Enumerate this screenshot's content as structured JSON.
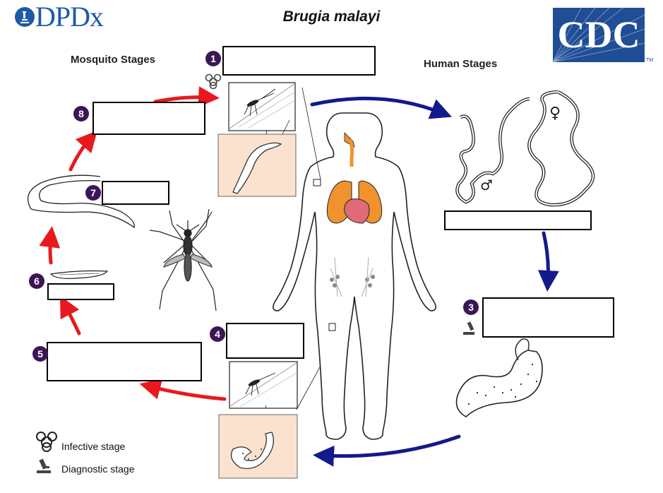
{
  "title": "Brugia malayi",
  "logos": {
    "dpdx_text": "DPDx",
    "cdc_text": "CDC",
    "cdc_tm": "TM"
  },
  "sections": {
    "mosquito": "Mosquito Stages",
    "human": "Human Stages"
  },
  "stage_numbers": [
    "1",
    "3",
    "4",
    "5",
    "6",
    "7",
    "8"
  ],
  "legend": {
    "infective": "Infective stage",
    "diagnostic": "Diagnostic stage"
  },
  "symbols": {
    "female": "♀",
    "male": "♂"
  },
  "icons": [
    "biohazard-icon",
    "microscope-icon"
  ],
  "colors": {
    "badge": "#3b1657",
    "mosquito_arrow": "#e8191d",
    "human_arrow": "#131a8c",
    "inset_bg": "#fbe2cf",
    "organ": "#f0922e",
    "heart": "#e06b77",
    "dpdx_blue": "#1d5aa6",
    "cdc_blue": "#1f4e96"
  }
}
